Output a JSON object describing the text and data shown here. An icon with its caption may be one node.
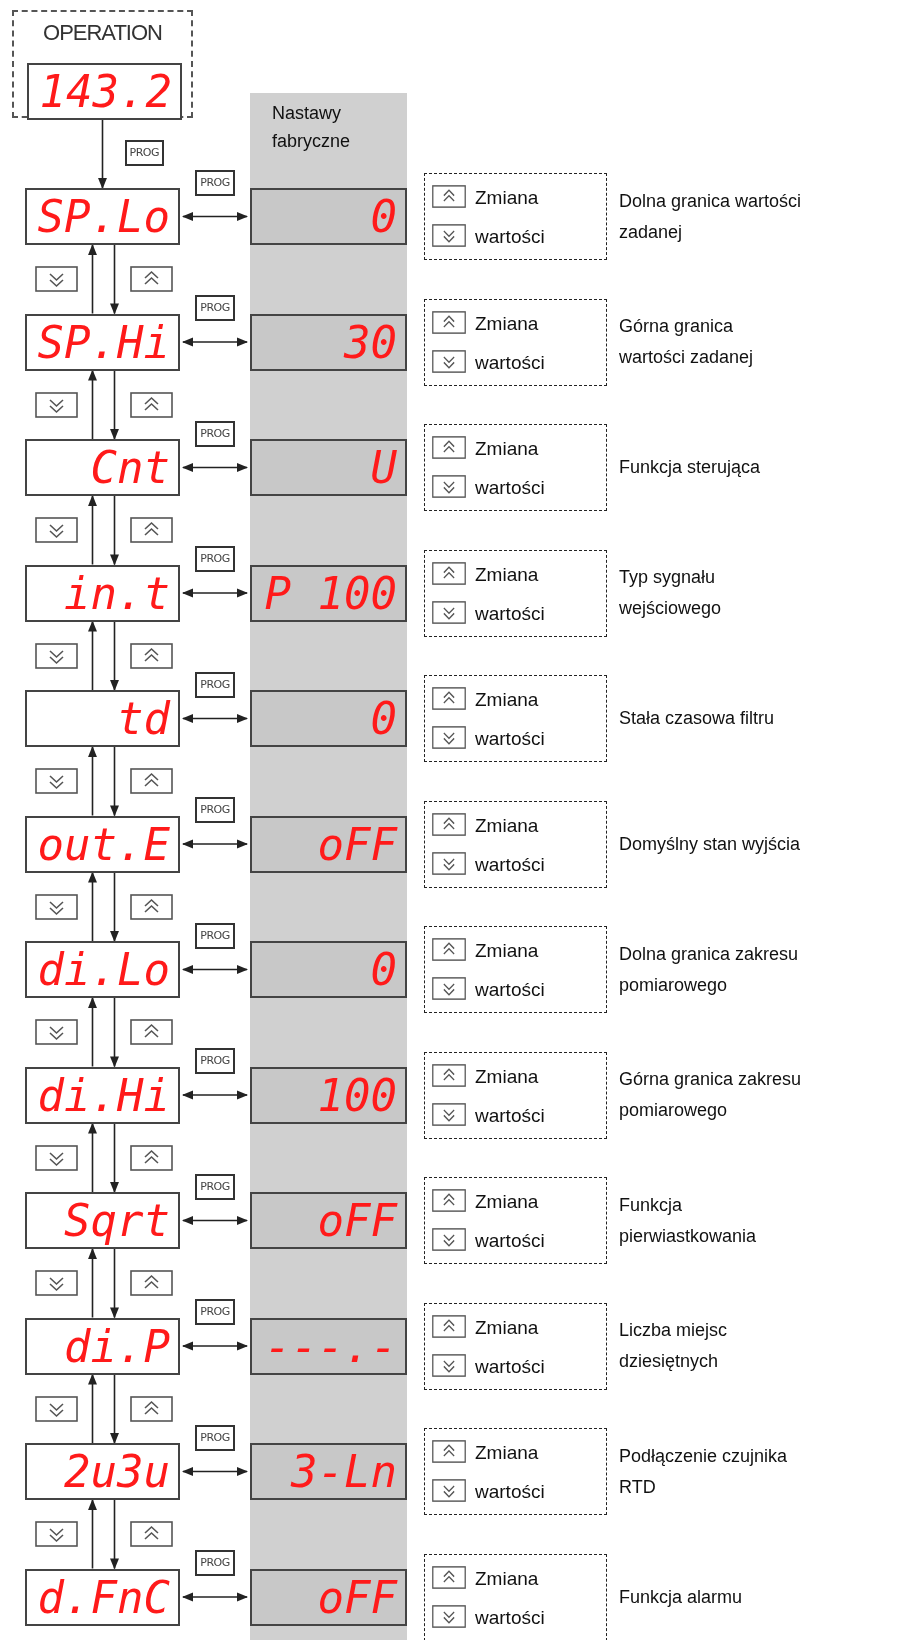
{
  "diagram": {
    "nodes": [
      {
        "text": [
          "OPERATION"
        ]
      },
      {
        "text": [
          "143.2"
        ],
        "in": 0
      },
      {
        "text": [
          "Nastawy fabryczne"
        ]
      },
      {
        "text": [
          "SP.Lo"
        ]
      },
      {
        "text": [
          "0"
        ],
        "in": 2
      },
      {
        "text": [
          "Zmiana wartości"
        ],
        "beside": [
          "Dolna granica wartości zadanej"
        ]
      },
      {
        "text": [
          "SP.Hi"
        ]
      },
      {
        "text": [
          "30"
        ],
        "in": 2
      },
      {
        "text": [
          "Zmiana wartości"
        ],
        "beside": [
          "Górna granica wartości zadanej"
        ]
      },
      {
        "text": [
          "Cnt"
        ]
      },
      {
        "text": [
          "U"
        ],
        "in": 2
      },
      {
        "text": [
          "Zmiana wartości"
        ],
        "beside": [
          "Funkcja sterująca"
        ]
      },
      {
        "text": [
          "in.t"
        ]
      },
      {
        "text": [
          "P 100"
        ],
        "in": 2
      },
      {
        "text": [
          "Zmiana wartości"
        ],
        "beside": [
          "Typ sygnału wejściowego"
        ]
      },
      {
        "text": [
          "td"
        ]
      },
      {
        "text": [
          "0"
        ],
        "in": 2
      },
      {
        "text": [
          "Zmiana wartości"
        ],
        "beside": [
          "Stała czasowa filtru"
        ]
      },
      {
        "text": [
          "out.E"
        ]
      },
      {
        "text": [
          "oFF"
        ],
        "in": 2
      },
      {
        "text": [
          "Zmiana wartości"
        ],
        "beside": [
          "Domyślny stan wyjścia"
        ]
      },
      {
        "text": [
          "di.Lo"
        ]
      },
      {
        "text": [
          "0"
        ],
        "in": 2
      },
      {
        "text": [
          "Zmiana wartości"
        ],
        "beside": [
          "Dolna granica zakresu pomiarowego"
        ]
      },
      {
        "text": [
          "di.Hi"
        ]
      },
      {
        "text": [
          "100"
        ],
        "in": 2
      },
      {
        "text": [
          "Zmiana wartości"
        ],
        "beside": [
          "Górna granica zakresu pomiarowego"
        ]
      },
      {
        "text": [
          "Sqrt"
        ]
      },
      {
        "text": [
          "oFF"
        ],
        "in": 2
      },
      {
        "text": [
          "Zmiana wartości"
        ],
        "beside": [
          "Funkcja pierwiastkowania"
        ]
      },
      {
        "text": [
          "di.P"
        ]
      },
      {
        "text": [
          "---.-"
        ],
        "in": 2
      },
      {
        "text": [
          "Zmiana wartości"
        ],
        "beside": [
          "Liczba miejsc dziesiętnych"
        ]
      },
      {
        "text": [
          "2u3u"
        ]
      },
      {
        "text": [
          "3-Ln"
        ],
        "in": 2
      },
      {
        "text": [
          "Zmiana wartości"
        ],
        "beside": [
          "Podłączenie czujnika RTD"
        ]
      },
      {
        "text": [
          "d.FnC"
        ]
      },
      {
        "text": [
          "oFF"
        ],
        "in": 2
      },
      {
        "text": [
          "Zmiana wartości"
        ],
        "beside": [
          "Funkcja alarmu"
        ]
      }
    ],
    "edges": [
      {
        "from": 1,
        "to": 3,
        "arrow": "to",
        "label": "PROG"
      },
      {
        "from": 3,
        "to": 4,
        "arrow": "both",
        "label": "PROG"
      },
      {
        "from": 3,
        "to": 6,
        "arrow": "to"
      },
      {
        "from": 6,
        "to": 3,
        "arrow": "to"
      },
      {
        "from": 6,
        "to": 7,
        "arrow": "both",
        "label": "PROG"
      },
      {
        "from": 6,
        "to": 9,
        "arrow": "to"
      },
      {
        "from": 9,
        "to": 6,
        "arrow": "to"
      },
      {
        "from": 9,
        "to": 10,
        "arrow": "both",
        "label": "PROG"
      },
      {
        "from": 9,
        "to": 12,
        "arrow": "to"
      },
      {
        "from": 12,
        "to": 9,
        "arrow": "to"
      },
      {
        "from": 12,
        "to": 13,
        "arrow": "both",
        "label": "PROG"
      },
      {
        "from": 12,
        "to": 15,
        "arrow": "to"
      },
      {
        "from": 15,
        "to": 12,
        "arrow": "to"
      },
      {
        "from": 15,
        "to": 16,
        "arrow": "both",
        "label": "PROG"
      },
      {
        "from": 15,
        "to": 18,
        "arrow": "to"
      },
      {
        "from": 18,
        "to": 15,
        "arrow": "to"
      },
      {
        "from": 18,
        "to": 19,
        "arrow": "both",
        "label": "PROG"
      },
      {
        "from": 18,
        "to": 21,
        "arrow": "to"
      },
      {
        "from": 21,
        "to": 18,
        "arrow": "to"
      },
      {
        "from": 21,
        "to": 22,
        "arrow": "both",
        "label": "PROG"
      },
      {
        "from": 21,
        "to": 24,
        "arrow": "to"
      },
      {
        "from": 24,
        "to": 21,
        "arrow": "to"
      },
      {
        "from": 24,
        "to": 25,
        "arrow": "both",
        "label": "PROG"
      },
      {
        "from": 24,
        "to": 27,
        "arrow": "to"
      },
      {
        "from": 27,
        "to": 24,
        "arrow": "to"
      },
      {
        "from": 27,
        "to": 28,
        "arrow": "both",
        "label": "PROG"
      },
      {
        "from": 27,
        "to": 30,
        "arrow": "to"
      },
      {
        "from": 30,
        "to": 27,
        "arrow": "to"
      },
      {
        "from": 30,
        "to": 31,
        "arrow": "both",
        "label": "PROG"
      },
      {
        "from": 30,
        "to": 33,
        "arrow": "to"
      },
      {
        "from": 33,
        "to": 30,
        "arrow": "to"
      },
      {
        "from": 33,
        "to": 34,
        "arrow": "both",
        "label": "PROG"
      },
      {
        "from": 33,
        "to": 36,
        "arrow": "to"
      },
      {
        "from": 36,
        "to": 33,
        "arrow": "to"
      },
      {
        "from": 36,
        "to": 37,
        "arrow": "both",
        "label": "PROG"
      }
    ]
  }
}
